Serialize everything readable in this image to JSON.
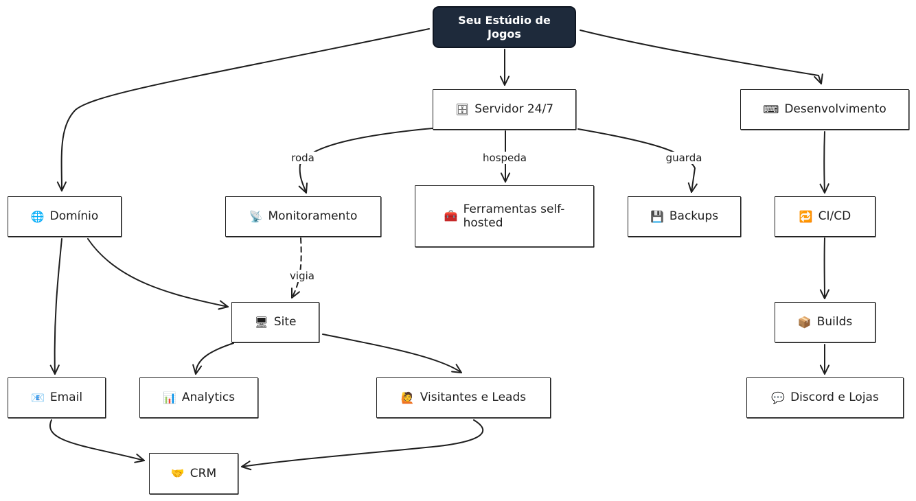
{
  "nodes": {
    "root": {
      "label": "Seu Estúdio de\nJogos"
    },
    "servidor": {
      "label": "Servidor 24/7",
      "icon": "🗄"
    },
    "dev": {
      "label": "Desenvolvimento",
      "icon": "⌨"
    },
    "dominio": {
      "label": "Domínio",
      "icon": "🌐"
    },
    "monitor": {
      "label": "Monitoramento",
      "icon": "📡"
    },
    "ferramentas": {
      "label": "Ferramentas self-\nhosted",
      "icon": "🧰"
    },
    "backups": {
      "label": "Backups",
      "icon": "💾"
    },
    "cicd": {
      "label": "CI/CD",
      "icon": "🔁"
    },
    "site": {
      "label": "Site",
      "icon": "🖥"
    },
    "builds": {
      "label": "Builds",
      "icon": "📦"
    },
    "email": {
      "label": "Email",
      "icon": "📧"
    },
    "analytics": {
      "label": "Analytics",
      "icon": "📊"
    },
    "visitantes": {
      "label": "Visitantes e Leads",
      "icon": "🙋"
    },
    "discord": {
      "label": "Discord e Lojas",
      "icon": "💬"
    },
    "crm": {
      "label": "CRM",
      "icon": "🤝"
    }
  },
  "edge_labels": {
    "roda": "roda",
    "hospeda": "hospeda",
    "guarda": "guarda",
    "vigia": "vigia"
  },
  "edges": [
    {
      "from": "root",
      "to": "dominio"
    },
    {
      "from": "root",
      "to": "servidor"
    },
    {
      "from": "root",
      "to": "dev"
    },
    {
      "from": "servidor",
      "to": "monitor",
      "label": "roda"
    },
    {
      "from": "servidor",
      "to": "ferramentas",
      "label": "hospeda"
    },
    {
      "from": "servidor",
      "to": "backups",
      "label": "guarda"
    },
    {
      "from": "dev",
      "to": "cicd"
    },
    {
      "from": "cicd",
      "to": "builds"
    },
    {
      "from": "builds",
      "to": "discord"
    },
    {
      "from": "dominio",
      "to": "site"
    },
    {
      "from": "dominio",
      "to": "email"
    },
    {
      "from": "monitor",
      "to": "site",
      "label": "vigia",
      "style": "dashed"
    },
    {
      "from": "site",
      "to": "analytics"
    },
    {
      "from": "site",
      "to": "visitantes"
    },
    {
      "from": "email",
      "to": "crm"
    },
    {
      "from": "visitantes",
      "to": "crm"
    }
  ]
}
